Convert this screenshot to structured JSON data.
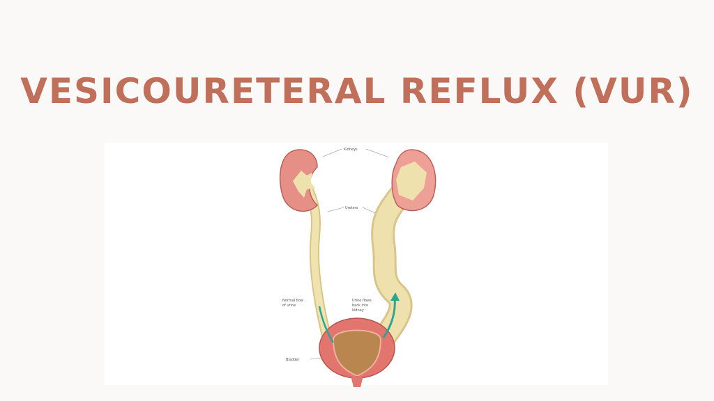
{
  "title": "Vesicoureteral Reflux (VUR)",
  "colors": {
    "title": "#c0705a",
    "kidney": "#e08a80",
    "ureter": "#eedfa8",
    "bladder": "#e2756d",
    "arrow": "#2aa58e"
  },
  "diagram": {
    "labels": {
      "kidneys": "Kidneys",
      "ureters": "Ureters",
      "normal_flow": [
        "Normal flow",
        "of urine"
      ],
      "reflux": [
        "Urine flows",
        "back into",
        "kidney"
      ],
      "bladder": "Bladder"
    }
  }
}
